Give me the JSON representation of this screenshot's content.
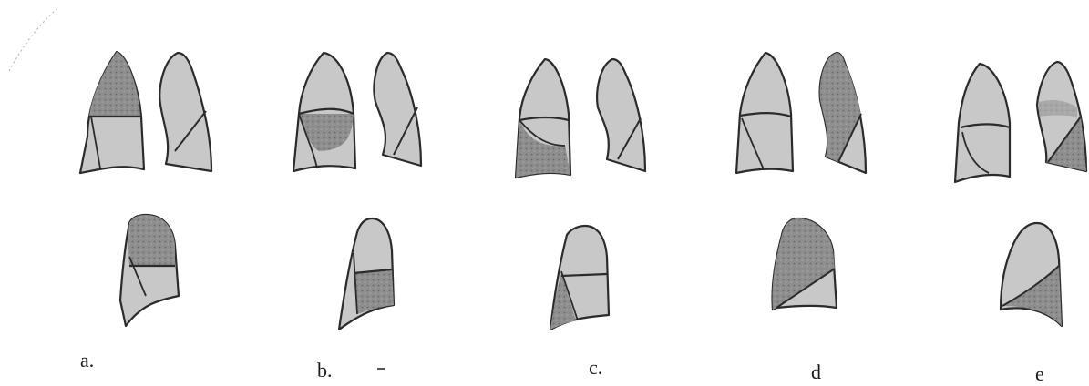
{
  "labels": {
    "a": "a.",
    "b": "b.",
    "c": "c.",
    "d": "d",
    "e": "e"
  },
  "colors": {
    "lung_fill": "#c8c8c8",
    "shaded_fill": "#8e8e8e",
    "outline": "#2b2b2b",
    "background": "#ffffff"
  }
}
